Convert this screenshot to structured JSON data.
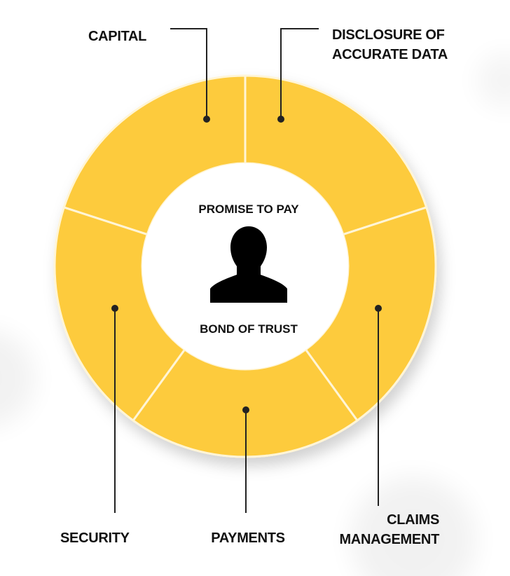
{
  "center": {
    "top_text": "PROMISE TO PAY",
    "bottom_text": "BOND OF TRUST",
    "icon": "person-silhouette-icon"
  },
  "segments": [
    {
      "key": "capital",
      "lines": [
        "CAPITAL"
      ]
    },
    {
      "key": "disclosure",
      "lines": [
        "DISCLOSURE OF",
        "ACCURATE DATA"
      ]
    },
    {
      "key": "claims",
      "lines": [
        "CLAIMS",
        "MANAGEMENT"
      ]
    },
    {
      "key": "payments",
      "lines": [
        "PAYMENTS"
      ]
    },
    {
      "key": "security",
      "lines": [
        "SECURITY"
      ]
    }
  ],
  "colors": {
    "ring": "#FDCB3E",
    "divider": "#FFF5D6",
    "text": "#111111",
    "leader": "#222222",
    "icon": "#000000"
  }
}
